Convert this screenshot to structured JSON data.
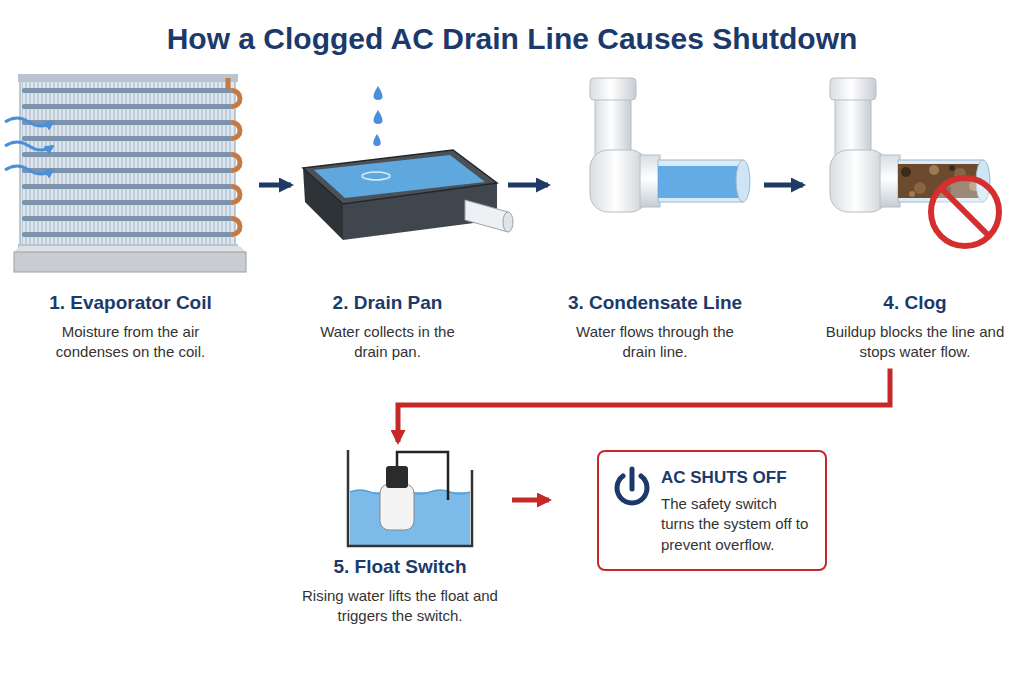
{
  "diagram": {
    "title": "How a Clogged AC Drain Line Causes Shutdown",
    "nodes": [
      {
        "text": [
          "1. Evaporator Coil",
          "Moisture from the air condenses on the coil."
        ]
      },
      {
        "text": [
          "2. Drain Pan",
          "Water collects in the drain pan."
        ]
      },
      {
        "text": [
          "3. Condensate Line",
          "Water flows through the drain line."
        ]
      },
      {
        "text": [
          "4. Clog",
          "Buildup blocks the line and stops water flow."
        ]
      },
      {
        "text": [
          "5. Float Switch",
          "Rising water lifts the float and triggers the switch."
        ]
      },
      {
        "text": [
          "AC SHUTS OFF",
          "The safety switch turns the system off to prevent overflow."
        ]
      }
    ],
    "edges": [
      {
        "from": 0,
        "to": 1,
        "arrow": "to"
      },
      {
        "from": 1,
        "to": 2,
        "arrow": "to"
      },
      {
        "from": 2,
        "to": 3,
        "arrow": "to"
      },
      {
        "from": 3,
        "to": 4,
        "arrow": "to"
      },
      {
        "from": 4,
        "to": 5,
        "arrow": "to"
      }
    ]
  }
}
